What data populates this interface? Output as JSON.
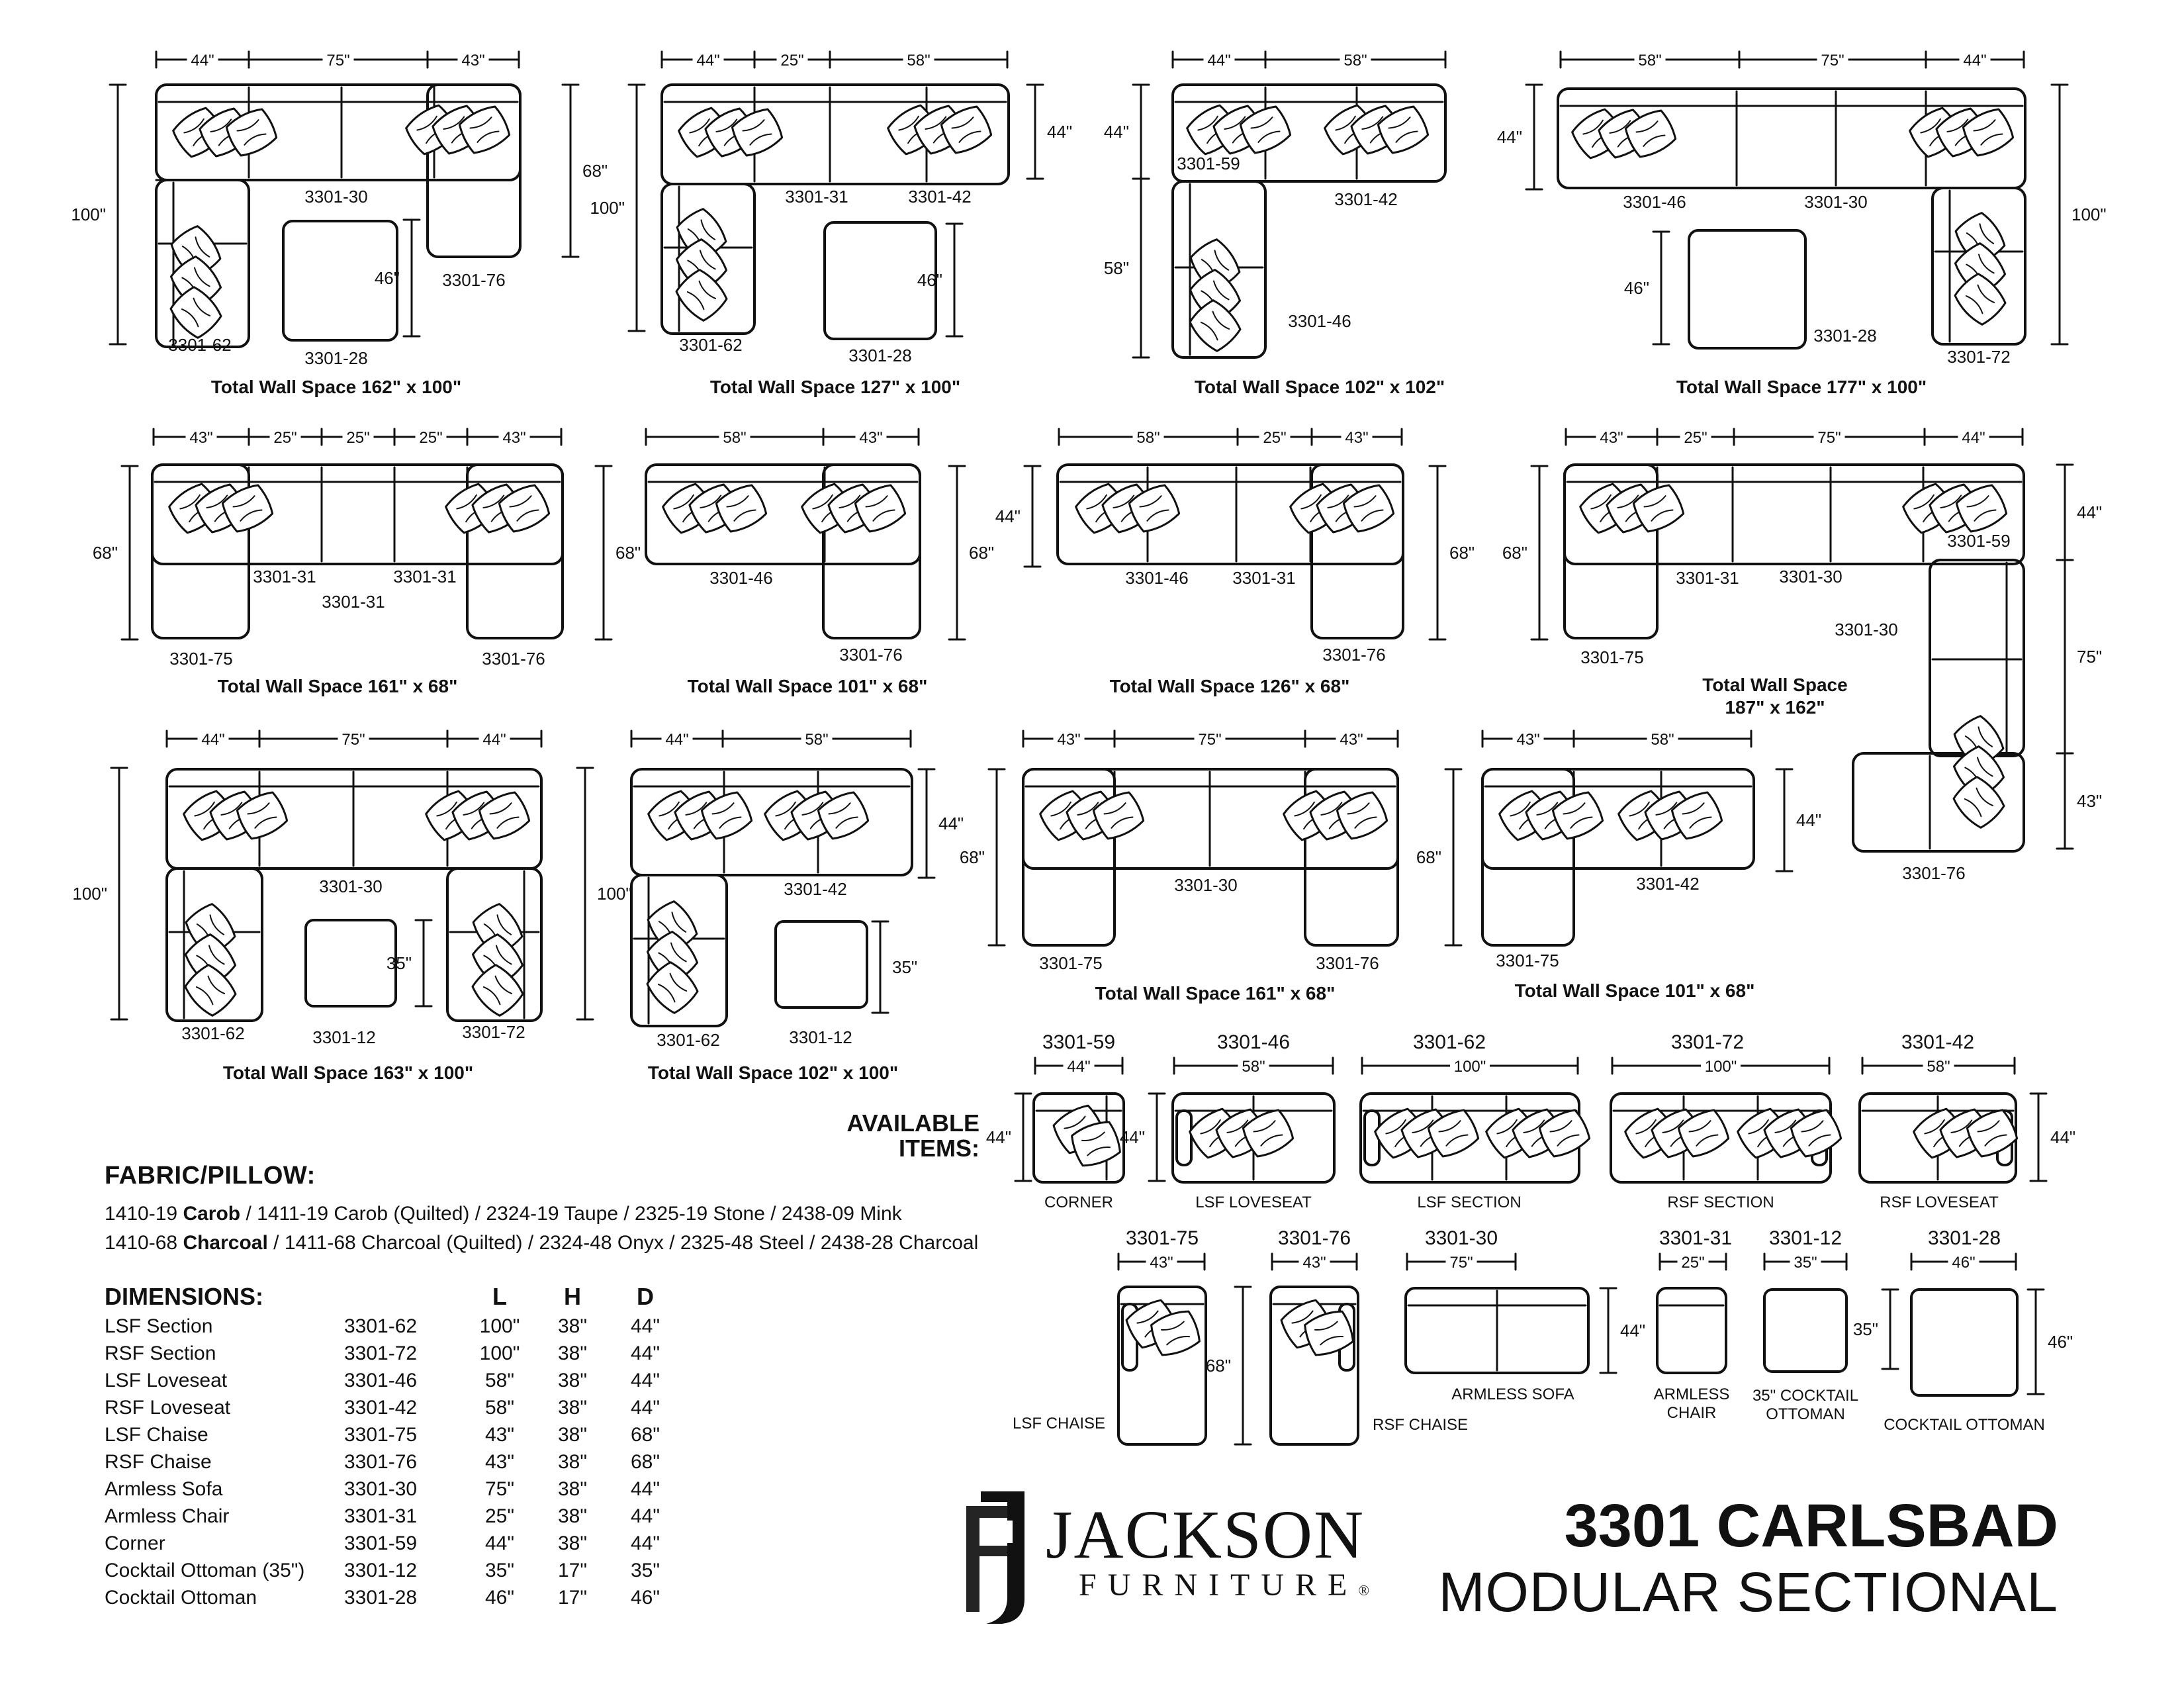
{
  "configs": [
    {
      "id": "c1",
      "dims": {
        "top": [
          "44\"",
          "75\"",
          "43\""
        ],
        "left": "100\"",
        "right": "68\"",
        "ott": "46\""
      },
      "labels": [
        "3301-30",
        "3301-76",
        "3301-62",
        "3301-28"
      ],
      "total": "Total Wall Space 162\" x 100\""
    },
    {
      "id": "c2",
      "dims": {
        "top": [
          "44\"",
          "25\"",
          "58\""
        ],
        "left": "100\"",
        "right": "44\"",
        "ott": "46\""
      },
      "labels": [
        "3301-31",
        "3301-42",
        "3301-62",
        "3301-28"
      ],
      "total": "Total Wall Space 127\" x 100\""
    },
    {
      "id": "c3",
      "dims": {
        "top": [
          "44\"",
          "58\""
        ],
        "left_a": "44\"",
        "left_b": "58\""
      },
      "labels": [
        "3301-59",
        "3301-42",
        "3301-46"
      ],
      "total": "Total Wall Space 102\" x 102\""
    },
    {
      "id": "c4",
      "dims": {
        "top": [
          "58\"",
          "75\"",
          "44\""
        ],
        "left": "44\"",
        "right": "100\"",
        "ott": "46\""
      },
      "labels": [
        "3301-46",
        "3301-30",
        "3301-28",
        "3301-72"
      ],
      "total": "Total Wall Space 177\" x 100\""
    },
    {
      "id": "c5",
      "dims": {
        "top": [
          "43\"",
          "25\"",
          "25\"",
          "25\"",
          "43\""
        ],
        "left": "68\"",
        "right": "68\""
      },
      "labels": [
        "3301-31",
        "3301-31",
        "3301-31",
        "3301-75",
        "3301-76"
      ],
      "total": "Total Wall Space 161\" x 68\""
    },
    {
      "id": "c6",
      "dims": {
        "top": [
          "58\"",
          "43\""
        ],
        "right": "68\""
      },
      "labels": [
        "3301-46",
        "3301-76"
      ],
      "total": "Total Wall Space 101\" x 68\""
    },
    {
      "id": "c7",
      "dims": {
        "top": [
          "58\"",
          "25\"",
          "43\""
        ],
        "left": "44\"",
        "right": "68\""
      },
      "labels": [
        "3301-46",
        "3301-31",
        "3301-76"
      ],
      "total": "Total Wall Space 126\" x 68\""
    },
    {
      "id": "c8",
      "dims": {
        "top": [
          "43\"",
          "25\"",
          "75\"",
          "44\""
        ],
        "left": "68\"",
        "right": [
          "44\"",
          "75\"",
          "43\""
        ]
      },
      "labels": [
        "3301-59",
        "3301-31",
        "3301-30",
        "3301-30",
        "3301-75",
        "3301-76"
      ],
      "total": [
        "Total Wall Space",
        "187\" x 162\""
      ]
    },
    {
      "id": "c9",
      "dims": {
        "top": [
          "44\"",
          "75\"",
          "44\""
        ],
        "left": "100\"",
        "right": "100\"",
        "ott": "35\""
      },
      "labels": [
        "3301-30",
        "3301-62",
        "3301-12",
        "3301-72"
      ],
      "total": "Total Wall Space 163\" x 100\""
    },
    {
      "id": "c10",
      "dims": {
        "top": [
          "44\"",
          "58\""
        ],
        "right": "44\"",
        "ott": "35\""
      },
      "labels": [
        "3301-42",
        "3301-62",
        "3301-12"
      ],
      "total": "Total Wall Space 102\" x 100\""
    },
    {
      "id": "c11",
      "dims": {
        "top": [
          "43\"",
          "75\"",
          "43\""
        ],
        "left": "68\""
      },
      "labels": [
        "3301-30",
        "3301-75",
        "3301-76"
      ],
      "total": "Total Wall Space 161\" x 68\""
    },
    {
      "id": "c12",
      "dims": {
        "top": [
          "43\"",
          "58\""
        ],
        "left": "68\"",
        "right": "44\""
      },
      "labels": [
        "3301-42",
        "3301-75"
      ],
      "total": "Total Wall Space 101\" x 68\""
    }
  ],
  "available": {
    "heading": [
      "AVAILABLE",
      "ITEMS:"
    ],
    "items": [
      {
        "code": "3301-59",
        "width": "44\"",
        "depth": "44\"",
        "name": [
          "CORNER"
        ]
      },
      {
        "code": "3301-46",
        "width": "58\"",
        "depth": "44\"",
        "name": [
          "LSF LOVESEAT"
        ]
      },
      {
        "code": "3301-62",
        "width": "100\"",
        "name": [
          "LSF SECTION"
        ]
      },
      {
        "code": "3301-72",
        "width": "100\"",
        "name": [
          "RSF SECTION"
        ]
      },
      {
        "code": "3301-42",
        "width": "58\"",
        "depth": "44\"",
        "name": [
          "RSF LOVESEAT"
        ]
      },
      {
        "code": "3301-75",
        "width": "43\"",
        "name": [
          "LSF CHAISE"
        ]
      },
      {
        "code": "3301-76",
        "width": "43\"",
        "depth": "68\"",
        "name": [
          "RSF CHAISE"
        ]
      },
      {
        "code": "3301-30",
        "width": "75\"",
        "depth": "44\"",
        "name": [
          "ARMLESS SOFA"
        ]
      },
      {
        "code": "3301-31",
        "width": "25\"",
        "name": [
          "ARMLESS",
          "CHAIR"
        ]
      },
      {
        "code": "3301-12",
        "width": "35\"",
        "depth": "35\"",
        "name": [
          "35\" COCKTAIL",
          "OTTOMAN"
        ]
      },
      {
        "code": "3301-28",
        "width": "46\"",
        "depth": "46\"",
        "name": [
          "COCKTAIL OTTOMAN"
        ]
      }
    ]
  },
  "fabric": {
    "heading": "FABRIC/PILLOW:",
    "line1": {
      "pre": "1410-19 ",
      "bold": "Carob",
      "post": " / 1411-19 Carob (Quilted) / 2324-19 Taupe / 2325-19 Stone / 2438-09 Mink"
    },
    "line2": {
      "pre": "1410-68 ",
      "bold": "Charcoal",
      "post": " / 1411-68 Charcoal (Quilted) / 2324-48 Onyx / 2325-48 Steel / 2438-28 Charcoal"
    }
  },
  "dimensions": {
    "heading": "DIMENSIONS:",
    "cols": [
      "L",
      "H",
      "D"
    ],
    "rows": [
      [
        "LSF Section",
        "3301-62",
        "100\"",
        "38\"",
        "44\""
      ],
      [
        "RSF Section",
        "3301-72",
        "100\"",
        "38\"",
        "44\""
      ],
      [
        "LSF Loveseat",
        "3301-46",
        "58\"",
        "38\"",
        "44\""
      ],
      [
        "RSF Loveseat",
        "3301-42",
        "58\"",
        "38\"",
        "44\""
      ],
      [
        "LSF Chaise",
        "3301-75",
        "43\"",
        "38\"",
        "68\""
      ],
      [
        "RSF Chaise",
        "3301-76",
        "43\"",
        "38\"",
        "68\""
      ],
      [
        "Armless Sofa",
        "3301-30",
        "75\"",
        "38\"",
        "44\""
      ],
      [
        "Armless Chair",
        "3301-31",
        "25\"",
        "38\"",
        "44\""
      ],
      [
        "Corner",
        "3301-59",
        "44\"",
        "38\"",
        "44\""
      ],
      [
        "Cocktail Ottoman (35\")",
        "3301-12",
        "35\"",
        "17\"",
        "35\""
      ],
      [
        "Cocktail Ottoman",
        "3301-28",
        "46\"",
        "17\"",
        "46\""
      ]
    ]
  },
  "brand": {
    "name": "JACKSON",
    "sub": "FURNITURE",
    "reg": "®"
  },
  "model": {
    "number": "3301 CARLSBAD",
    "name": "MODULAR SECTIONAL"
  }
}
